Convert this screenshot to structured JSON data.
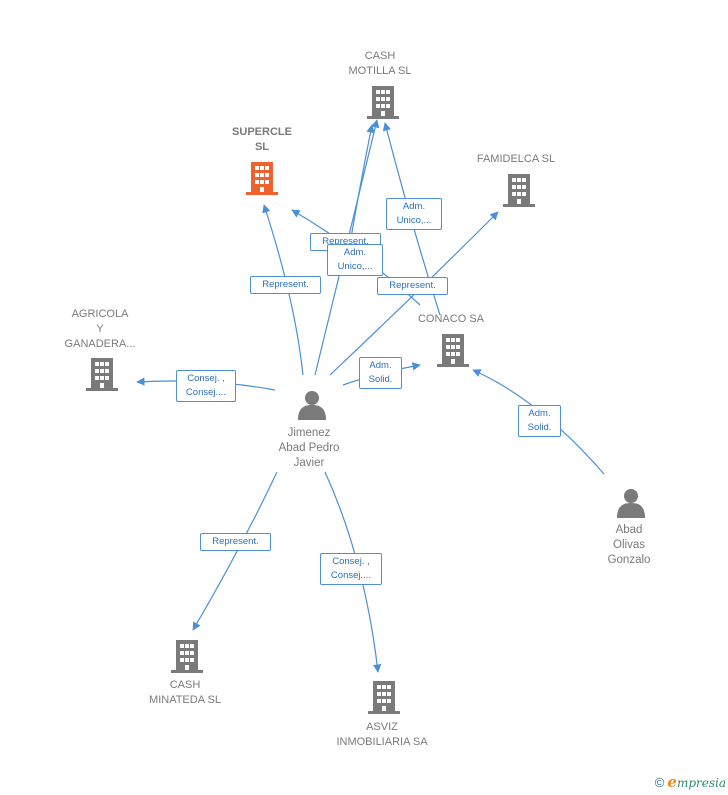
{
  "nodes": {
    "cash_motilla": {
      "label": "CASH\nMOTILLA  SL",
      "type": "company"
    },
    "supercle": {
      "label": "SUPERCLE\nSL",
      "type": "company-focus"
    },
    "famidelca": {
      "label": "FAMIDELCA  SL",
      "type": "company"
    },
    "agricola": {
      "label": "AGRICOLA\nY\nGANADERA...",
      "type": "company"
    },
    "conaco": {
      "label": "CONACO SA",
      "type": "company"
    },
    "jimenez": {
      "label": "Jimenez\nAbad Pedro\nJavier",
      "type": "person"
    },
    "abad": {
      "label": "Abad\nOlivas\nGonzalo",
      "type": "person"
    },
    "cash_minateda": {
      "label": "CASH\nMINATEDA  SL",
      "type": "company"
    },
    "asviz": {
      "label": "ASVIZ\nINMOBILIARIA SA",
      "type": "company"
    }
  },
  "edges": {
    "represent_supercle": "Represent.",
    "represent_conaco_supercle": "Represent.",
    "adm_unico_motilla_1": "Adm.\nUnico,...",
    "adm_unico_motilla_2": "Adm.\nUnico,...",
    "represent_famidelca": "Represent.",
    "consej_agricola": "Consej. ,\nConsej....",
    "adm_solid_conaco": "Adm.\nSolid.",
    "adm_solid_abad": "Adm.\nSolid.",
    "represent_minateda": "Represent.",
    "consej_asviz": "Consej. ,\nConsej...."
  },
  "colors": {
    "edge": "#4a8fd8",
    "building": "#7a7a7a",
    "building_focus": "#f0622d",
    "person": "#7a7a7a"
  },
  "brand": {
    "copyright": "©",
    "name_initial": "e",
    "name_rest": "mpresia"
  }
}
